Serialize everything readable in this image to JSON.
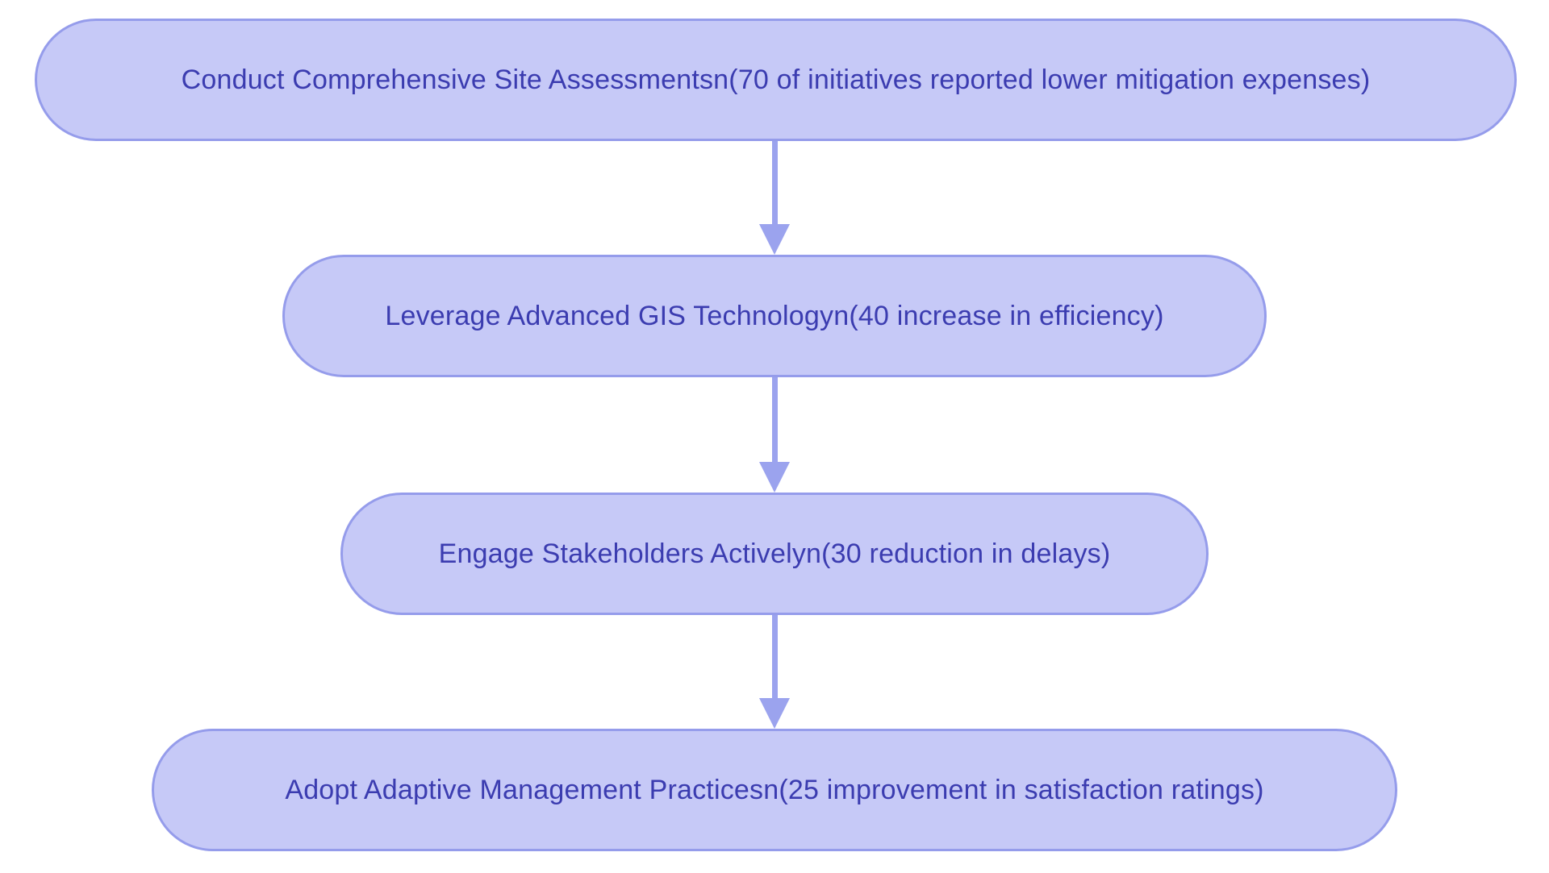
{
  "diagram": {
    "type": "flowchart-vertical",
    "colors": {
      "background": "#ffffff",
      "node_fill": "#c6c9f7",
      "node_border": "#959ceb",
      "node_text": "#3b3cb0",
      "arrow": "#9ba3ee"
    },
    "nodes": [
      {
        "label": "Conduct Comprehensive Site Assessmentsn(70 of initiatives reported lower mitigation expenses)"
      },
      {
        "label": "Leverage Advanced GIS Technologyn(40 increase in efficiency)"
      },
      {
        "label": "Engage Stakeholders Activelyn(30 reduction in delays)"
      },
      {
        "label": "Adopt Adaptive Management Practicesn(25 improvement in satisfaction ratings)"
      }
    ],
    "edges": [
      {
        "from": 0,
        "to": 1
      },
      {
        "from": 1,
        "to": 2
      },
      {
        "from": 2,
        "to": 3
      }
    ]
  }
}
